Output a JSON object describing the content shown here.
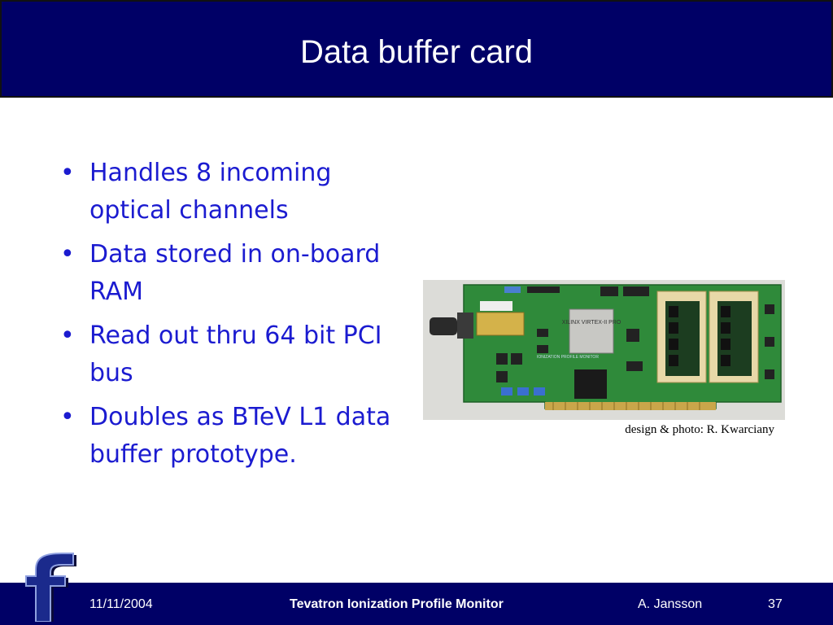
{
  "slide": {
    "title": "Data buffer card",
    "bullets": [
      "Handles 8 incoming optical channels",
      "Data stored in on-board RAM",
      "Read out thru 64 bit PCI bus",
      "Doubles as BTeV L1 data buffer prototype."
    ],
    "photo_caption": "design & photo:  R.  Kwarciany"
  },
  "photo": {
    "chip_label": "XILINX VIRTEX-II PRO",
    "board_label": "IONIZATION PROFILE MONITOR"
  },
  "footer": {
    "date": "11/11/2004",
    "title": "Tevatron Ionization Profile Monitor",
    "author": "A. Jansson",
    "page": "37"
  },
  "colors": {
    "title_bar": "#000066",
    "bullet_text": "#1b1bd0",
    "pcb_green": "#2f8a3a",
    "logo_blue": "#1b2a8c"
  },
  "icons": {
    "logo": "fermilab-f-logo",
    "bullet": "bullet-dot-icon"
  }
}
